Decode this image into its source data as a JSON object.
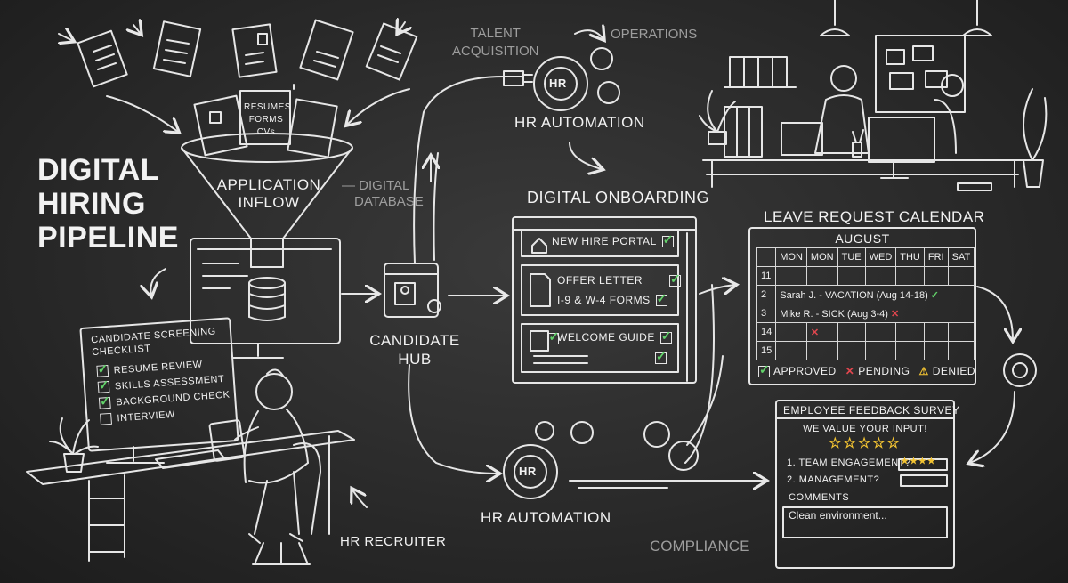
{
  "title": {
    "line1": "DIGITAL",
    "line2": "HIRING",
    "line3": "PIPELINE"
  },
  "funnel": {
    "doc_labels": [
      "RESUMES",
      "FORMS",
      "CVs"
    ],
    "label_line1": "APPLICATION",
    "label_line2": "INFLOW",
    "database_line1": "— DIGITAL",
    "database_line2": "DATABASE"
  },
  "screening": {
    "title_line1": "CANDIDATE SCREENING",
    "title_line2": "CHECKLIST",
    "items": [
      {
        "label": "RESUME REVIEW",
        "checked": true
      },
      {
        "label": "SKILLS ASSESSMENT",
        "checked": true
      },
      {
        "label": "BACKGROUND CHECK",
        "checked": true
      },
      {
        "label": "INTERVIEW",
        "checked": false
      }
    ]
  },
  "recruiter_label": "HR RECRUITER",
  "hub": {
    "line1": "CANDIDATE",
    "line2": "HUB"
  },
  "top_labels": {
    "talent_line1": "TALENT",
    "talent_line2": "ACQUISITION",
    "operations": "OPERATIONS"
  },
  "hr_automation_top": "HR AUTOMATION",
  "hr_automation_bottom": "HR AUTOMATION",
  "hr_gear_text": "HR",
  "compliance": "COMPLIANCE",
  "onboarding": {
    "title": "DIGITAL ONBOARDING",
    "items": [
      "NEW HIRE PORTAL",
      "OFFER LETTER",
      "I-9 & W-4 FORMS",
      "WELCOME GUIDE"
    ]
  },
  "calendar": {
    "title": "LEAVE REQUEST CALENDAR",
    "month": "AUGUST",
    "days": [
      "MON",
      "MON",
      "TUE",
      "WED",
      "THU",
      "FRI",
      "SAT"
    ],
    "weeks": [
      "11",
      "2",
      "3",
      "14",
      "15"
    ],
    "entry1": "Sarah J. - VACATION (Aug 14-18)",
    "entry2": "Mike R. - SICK (Aug 3-4)",
    "legend": {
      "approved": "APPROVED",
      "pending": "PENDING",
      "denied": "DENIED"
    }
  },
  "survey": {
    "title": "EMPLOYEE FEEDBACK SURVEY",
    "subtitle": "WE VALUE YOUR INPUT!",
    "rating": 5,
    "q1": "1. TEAM ENGAGEMENT?",
    "q1_rating": 4,
    "q2": "2. MANAGEMENT?",
    "comments_label": "COMMENTS",
    "comments_value": "Clean environment..."
  },
  "colors": {
    "chalkboard": "#2a2a2a",
    "check": "#62d36a",
    "cross": "#e0464e",
    "warning": "#f1c232"
  }
}
